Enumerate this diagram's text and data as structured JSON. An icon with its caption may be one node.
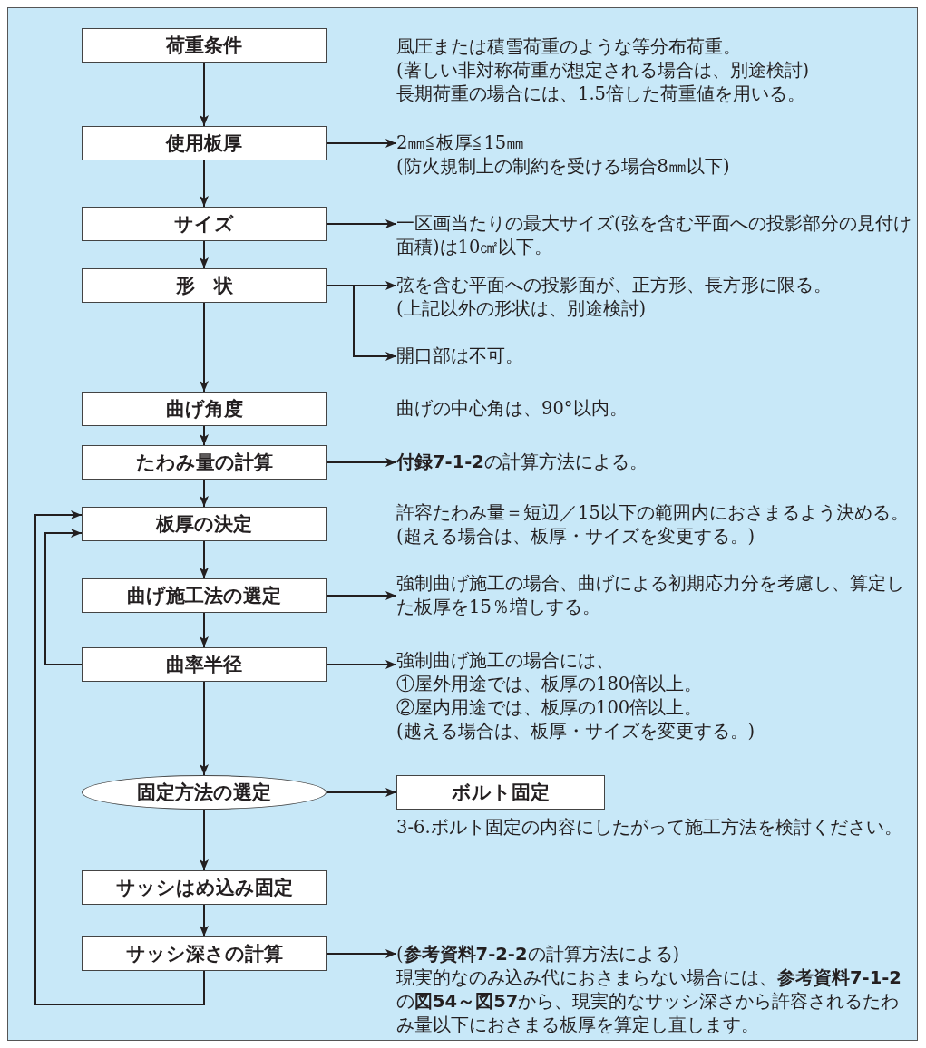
{
  "diagram": {
    "nodes": [
      {
        "text": [
          "荷重条件"
        ],
        "beside": [
          "風圧または積雪荷重のような等分布荷重。",
          "(著しい非対称荷重が想定される場合は、別途検討)",
          "長期荷重の場合には、1.5倍した荷重値を用いる。"
        ]
      },
      {
        "text": [
          "使用板厚"
        ]
      },
      {
        "text": [
          "2㎜≦板厚≦15㎜",
          "(防火規制上の制約を受ける場合8㎜以下)"
        ]
      },
      {
        "text": [
          "サイズ"
        ]
      },
      {
        "text": [
          "一区画当たりの最大サイズ(弦を含む平面への投影部分の見付け面積)は10㎠以下。"
        ]
      },
      {
        "text": [
          "形　状"
        ]
      },
      {
        "text": [
          "弦を含む平面への投影面が、正方形、長方形に限る。",
          "(上記以外の形状は、別途検討)"
        ]
      },
      {
        "text": [
          "開口部は不可。"
        ]
      },
      {
        "text": [
          "曲げ角度"
        ]
      },
      {
        "text": [
          "たわみ量の計算"
        ]
      },
      {
        "text": [
          "**付録7-1-2**の計算方法による。"
        ]
      },
      {
        "text": [
          "板厚の決定"
        ],
        "beside": [
          "許容たわみ量＝短辺／15以下の範囲内におさまるよう決める。",
          "(超える場合は、板厚・サイズを変更する。)"
        ]
      },
      {
        "text": [
          "曲げ施工法の選定"
        ]
      },
      {
        "text": [
          "強制曲げ施工の場合、曲げによる初期応力分を考慮し、算定した板厚を15％増しする。"
        ]
      },
      {
        "text": [
          "曲率半径"
        ]
      },
      {
        "text": [
          "強制曲げ施工の場合には、",
          "①屋外用途では、板厚の180倍以上。",
          "②屋内用途では、板厚の100倍以上。",
          "(越える場合は、板厚・サイズを変更する。)"
        ]
      },
      {
        "text": [
          "固定方法の選定"
        ]
      },
      {
        "text": [
          "ボルト固定"
        ],
        "beside": [
          "3-6.ボルト固定の内容にしたがって施工方法を検討ください。"
        ]
      },
      {
        "text": [
          "サッシはめ込み固定"
        ]
      },
      {
        "text": [
          "サッシ深さの計算"
        ]
      },
      {
        "text": [
          "(**参考資料7-2-2**の計算方法による)",
          "現実的なのみ込み代におさまらない場合には、**参考資料7-1-2**の**図54～図57**から、現実的なサッシ深さから許容されるたわみ量以下におさまる板厚を算定し直します。"
        ]
      }
    ],
    "edges": [
      {
        "from": 0,
        "to": 1,
        "arrow": "to"
      },
      {
        "from": 1,
        "to": 2,
        "arrow": "to"
      },
      {
        "from": 1,
        "to": 3,
        "arrow": "to"
      },
      {
        "from": 3,
        "to": 4,
        "arrow": "to"
      },
      {
        "from": 3,
        "to": 5,
        "arrow": "to"
      },
      {
        "from": 5,
        "to": 6,
        "arrow": "to"
      },
      {
        "from": 5,
        "to": 7,
        "arrow": "to"
      },
      {
        "from": 5,
        "to": 8,
        "arrow": "to"
      },
      {
        "from": 8,
        "to": 9,
        "arrow": "to"
      },
      {
        "from": 9,
        "to": 10,
        "arrow": "to"
      },
      {
        "from": 9,
        "to": 11,
        "arrow": "to"
      },
      {
        "from": 11,
        "to": 12,
        "arrow": "to"
      },
      {
        "from": 12,
        "to": 13,
        "arrow": "to"
      },
      {
        "from": 12,
        "to": 14,
        "arrow": "to"
      },
      {
        "from": 14,
        "to": 11,
        "arrow": "to"
      },
      {
        "from": 14,
        "to": 15,
        "arrow": "to"
      },
      {
        "from": 14,
        "to": 16,
        "arrow": "to"
      },
      {
        "from": 16,
        "to": 17,
        "arrow": "to"
      },
      {
        "from": 16,
        "to": 18,
        "arrow": "to"
      },
      {
        "from": 18,
        "to": 19,
        "arrow": "to"
      },
      {
        "from": 19,
        "to": 20,
        "arrow": "to"
      },
      {
        "from": 19,
        "to": 11,
        "arrow": "to"
      }
    ],
    "labels": [
      "曲げの中心角は、90°以内。"
    ]
  }
}
